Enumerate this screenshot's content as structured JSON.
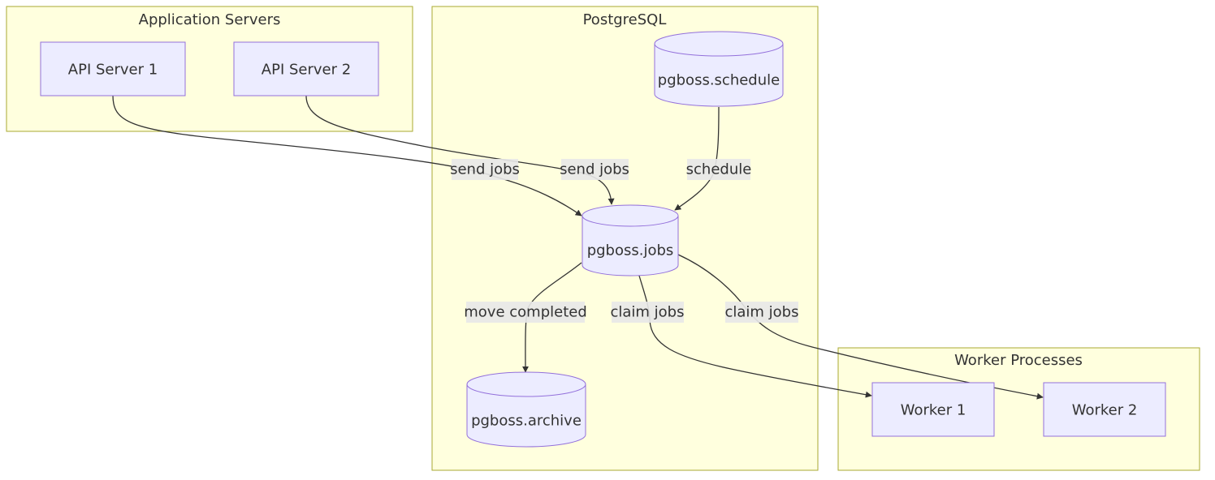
{
  "clusters": {
    "app": {
      "label": "Application Servers"
    },
    "pg": {
      "label": "PostgreSQL"
    },
    "workers": {
      "label": "Worker Processes"
    }
  },
  "nodes": {
    "api1": {
      "label": "API Server 1"
    },
    "api2": {
      "label": "API Server 2"
    },
    "schedule": {
      "label": "pgboss.schedule"
    },
    "jobs": {
      "label": "pgboss.jobs"
    },
    "archive": {
      "label": "pgboss.archive"
    },
    "worker1": {
      "label": "Worker 1"
    },
    "worker2": {
      "label": "Worker 2"
    }
  },
  "edges": [
    {
      "from": "API Server 1",
      "to": "pgboss.jobs",
      "label": "send jobs"
    },
    {
      "from": "API Server 2",
      "to": "pgboss.jobs",
      "label": "send jobs"
    },
    {
      "from": "pgboss.schedule",
      "to": "pgboss.jobs",
      "label": "schedule"
    },
    {
      "from": "pgboss.jobs",
      "to": "pgboss.archive",
      "label": "move completed"
    },
    {
      "from": "pgboss.jobs",
      "to": "Worker 1",
      "label": "claim jobs"
    },
    {
      "from": "pgboss.jobs",
      "to": "Worker 2",
      "label": "claim jobs"
    }
  ],
  "colors": {
    "cluster_fill": "#ffffde",
    "cluster_stroke": "#aaaa33",
    "node_fill": "#ececff",
    "node_stroke": "#9370db",
    "edge": "#333333",
    "label_bg": "#e8e8e8"
  }
}
